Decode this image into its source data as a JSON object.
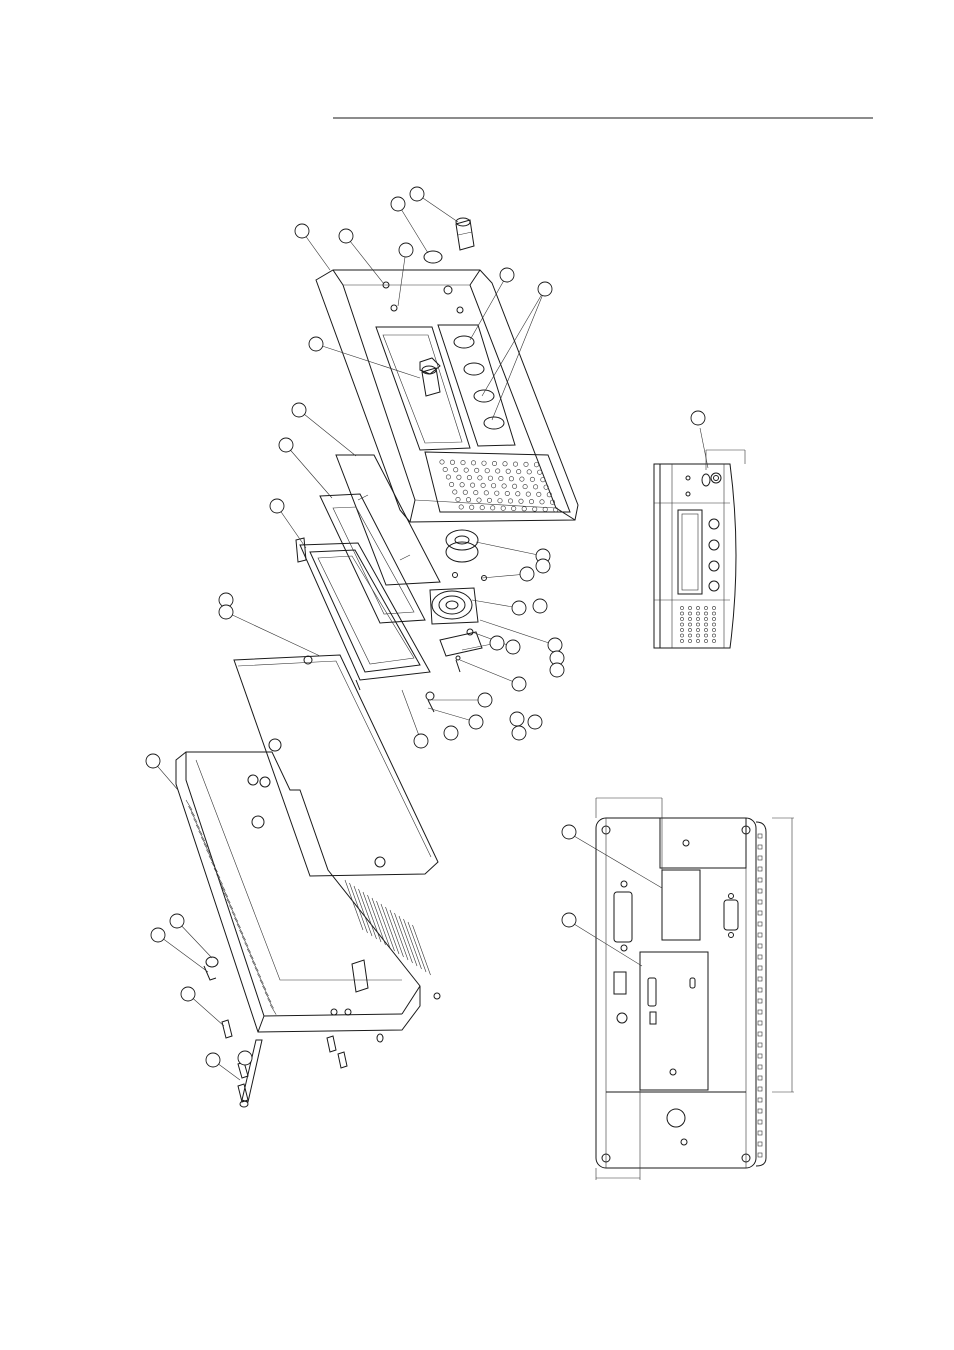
{
  "page": {
    "background": "#ffffff",
    "line_color": "#1a1a1a"
  },
  "figure": {
    "type": "exploded-assembly-drawing",
    "exploded_view": {
      "callout_count": 37,
      "numbers_printed": false
    },
    "front_view": {
      "callout_count": 1
    },
    "back_view": {
      "callout_count": 2
    }
  }
}
